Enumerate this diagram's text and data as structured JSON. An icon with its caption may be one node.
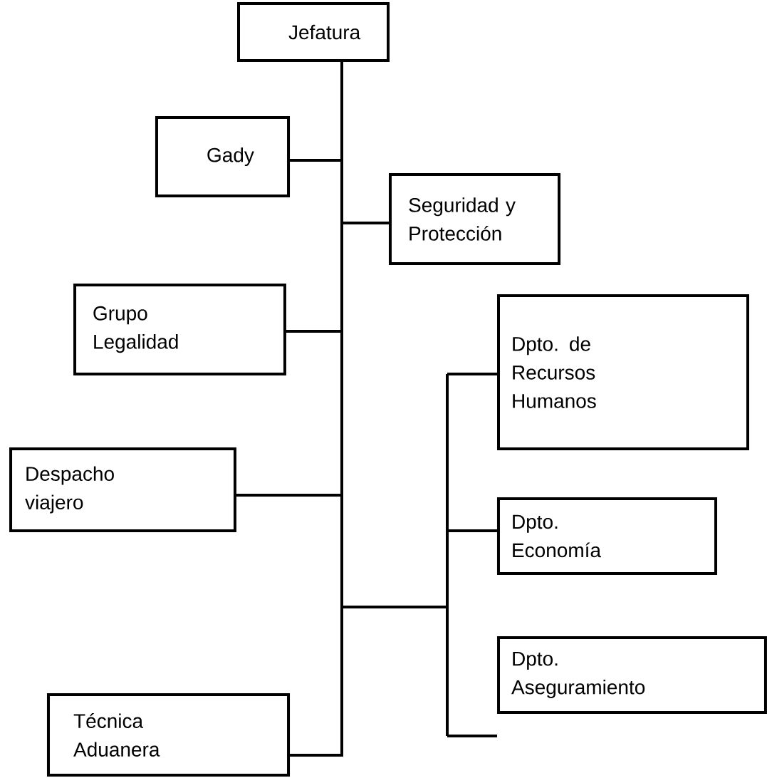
{
  "diagram": {
    "nodes": [
      {
        "text": [
          "Jefatura"
        ]
      },
      {
        "text": [
          "Gady"
        ]
      },
      {
        "text": [
          "Seguridad y Protección"
        ]
      },
      {
        "text": [
          "Grupo Legalidad"
        ]
      },
      {
        "text": [
          "Despacho viajero"
        ]
      },
      {
        "text": [
          "Dpto. de Recursos Humanos"
        ]
      },
      {
        "text": [
          "Dpto. Economía"
        ]
      },
      {
        "text": [
          "Dpto. Aseguramiento"
        ]
      },
      {
        "text": [
          "Técnica Aduanera"
        ]
      }
    ],
    "edges": [
      {
        "from": 0,
        "to": 1,
        "arrow": "none"
      },
      {
        "from": 0,
        "to": 2,
        "arrow": "none"
      },
      {
        "from": 0,
        "to": 3,
        "arrow": "none"
      },
      {
        "from": 0,
        "to": 4,
        "arrow": "none"
      },
      {
        "from": 0,
        "to": 5,
        "arrow": "none"
      },
      {
        "from": 0,
        "to": 6,
        "arrow": "none"
      },
      {
        "from": 0,
        "to": 7,
        "arrow": "none"
      },
      {
        "from": 0,
        "to": 8,
        "arrow": "none"
      }
    ]
  }
}
